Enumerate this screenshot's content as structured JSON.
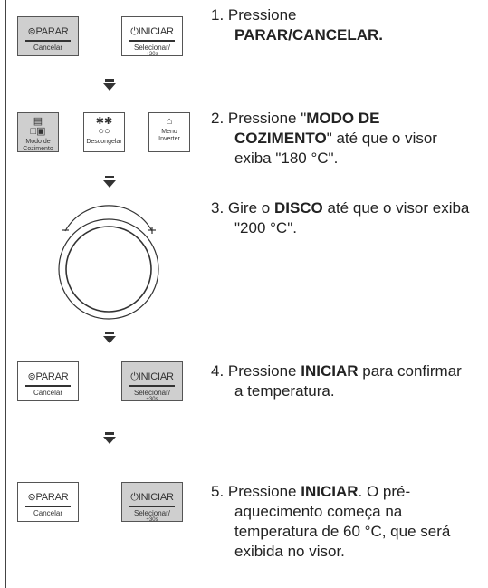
{
  "buttons": {
    "stop_main": "PARAR",
    "stop_sub": "Cancelar",
    "start_main": "INICIAR",
    "start_sub": "Selecionar/",
    "start_sub2": "+30s",
    "cook_mode_label1": "Modo de",
    "cook_mode_label2": "Cozimento",
    "defrost_label": "Descongelar",
    "menu_label1": "Menu",
    "menu_label2": "Inverter"
  },
  "icons": {
    "stop": "stop-icon",
    "start": "power-start-icon",
    "cook_mode": "cooking-mode-icon",
    "defrost": "defrost-snowflake-icon",
    "auto_menu": "auto-pot-icon",
    "dial": "dial-knob-icon"
  },
  "steps": [
    {
      "num": "1. ",
      "pre": "Pressione",
      "bold": "PARAR/CANCELAR.",
      "post": ""
    },
    {
      "num": "2. ",
      "pre": "Pressione \"",
      "bold": "MODO DE COZIMENTO",
      "post": "\" até que o visor exiba \"180 °C\"."
    },
    {
      "num": "3. ",
      "pre": "Gire o ",
      "bold": "DISCO",
      "post": " até que o visor exiba \"200 °C\"."
    },
    {
      "num": "4. ",
      "pre": "Pressione ",
      "bold": "INICIAR",
      "post": " para confirmar a temperatura."
    },
    {
      "num": "5. ",
      "pre": "Pressione ",
      "bold": "INICIAR",
      "post": ". O pré-aquecimento começa na temperatura de 60 °C, que será exibida no visor."
    }
  ]
}
